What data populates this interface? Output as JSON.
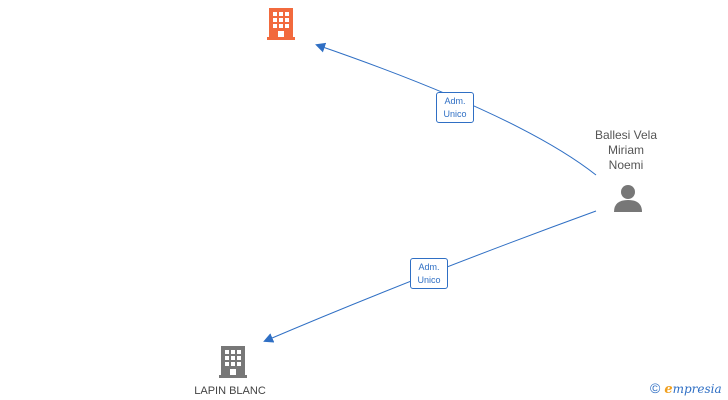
{
  "nodes": {
    "company_top": {
      "label": "",
      "color": "#f26a3d"
    },
    "company_bottom": {
      "label": "LAPIN BLANC",
      "color": "#777777"
    },
    "person": {
      "name_lines": [
        "Ballesi Vela",
        "Miriam",
        "Noemi"
      ],
      "color": "#777777"
    }
  },
  "edges": [
    {
      "from": "person",
      "to": "company_top",
      "label_lines": [
        "Adm.",
        "Unico"
      ]
    },
    {
      "from": "person",
      "to": "company_bottom",
      "label_lines": [
        "Adm.",
        "Unico"
      ]
    }
  ],
  "colors": {
    "edge": "#2f6fc4"
  },
  "watermark": {
    "copyright": "©",
    "brand_initial": "e",
    "brand_rest": "mpresia"
  }
}
